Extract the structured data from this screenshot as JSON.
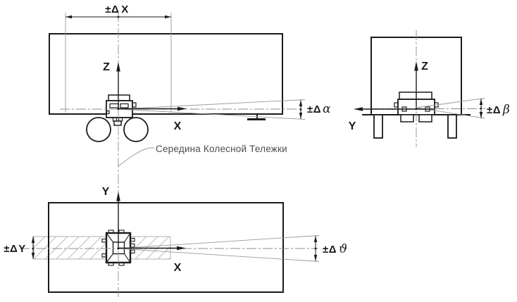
{
  "drawing": {
    "annotation_label": "Середина Колесной Тележки",
    "side_view": {
      "axis_z": "Z",
      "axis_x": "X",
      "dim_x": {
        "prefix": "±Δ",
        "symbol": "X"
      },
      "dim_alpha": {
        "prefix": "±Δ",
        "symbol": "α"
      }
    },
    "rear_view": {
      "axis_z": "Z",
      "axis_y": "Y",
      "dim_beta": {
        "prefix": "±Δ",
        "symbol": "β"
      }
    },
    "top_view": {
      "axis_y": "Y",
      "axis_x": "X",
      "dim_y": {
        "prefix": "±Δ",
        "symbol": "Y"
      },
      "dim_theta": {
        "prefix": "±Δ",
        "symbol": "ϑ"
      }
    },
    "colors": {
      "ink": "#1a1a1a",
      "construction": "#9a9a9a",
      "centerline": "#8c8c8c",
      "hatch": "#bdbdbd",
      "background": "#ffffff"
    }
  }
}
